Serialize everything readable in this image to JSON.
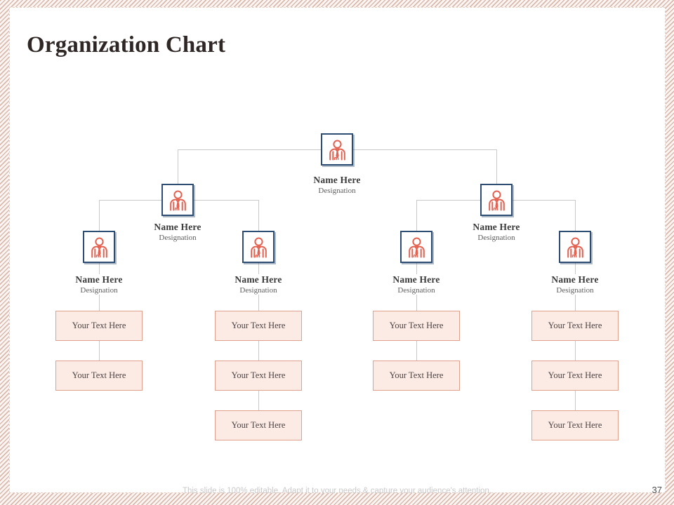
{
  "slide": {
    "title": "Organization Chart",
    "footer_note": "This slide is 100% editable. Adapt it to your needs & capture your audience's attention.",
    "page_number": "37"
  },
  "colors": {
    "accent_coral": "#e4604f",
    "icon_box_border_navy": "#2e4d72",
    "text_box_fill": "#fcebe5",
    "text_box_border": "#dfa18d",
    "connector_line": "#c9c9c9",
    "frame_stripe": "#d9b9ac",
    "title_text": "#2e2725"
  },
  "icons": {
    "person": "business-person-outline-icon"
  },
  "org_chart": {
    "root": {
      "name": "Name Here",
      "designation": "Designation"
    },
    "level2": [
      {
        "name": "Name Here",
        "designation": "Designation"
      },
      {
        "name": "Name Here",
        "designation": "Designation"
      }
    ],
    "level3": [
      {
        "name": "Name Here",
        "designation": "Designation"
      },
      {
        "name": "Name Here",
        "designation": "Designation"
      },
      {
        "name": "Name Here",
        "designation": "Designation"
      },
      {
        "name": "Name Here",
        "designation": "Designation"
      }
    ],
    "columns": [
      {
        "boxes": [
          "Your Text Here",
          "Your Text Here"
        ]
      },
      {
        "boxes": [
          "Your Text Here",
          "Your Text Here",
          "Your Text Here"
        ]
      },
      {
        "boxes": [
          "Your Text Here",
          "Your Text Here"
        ]
      },
      {
        "boxes": [
          "Your Text Here",
          "Your Text Here",
          "Your Text Here"
        ]
      }
    ]
  }
}
